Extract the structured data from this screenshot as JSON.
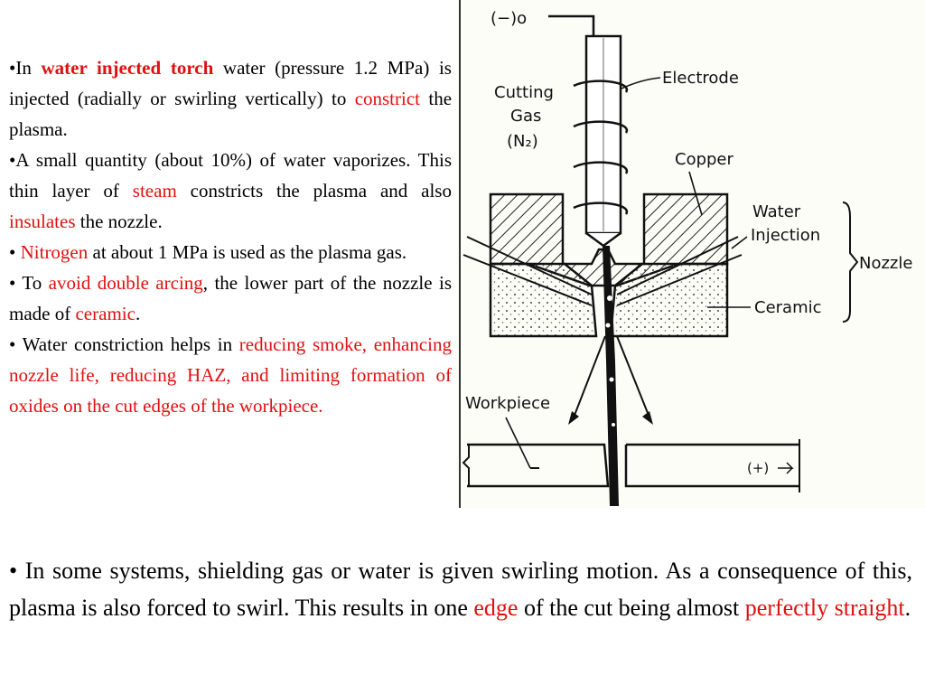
{
  "left_text": {
    "b1_prefix": "•In ",
    "b1_highlight": "water injected torch",
    "b1_mid": " water (pressure 1.2 MPa) is injected (radially or swirling vertically) to ",
    "b1_red": "constrict",
    "b1_end": " the plasma.",
    "b2_prefix": "•A small quantity (about 10%) of water vaporizes. This thin layer of ",
    "b2_red1": "steam",
    "b2_mid": " constricts the plasma and also ",
    "b2_red2": "insulates",
    "b2_end": " the nozzle.",
    "b3_prefix": "• ",
    "b3_red": "Nitrogen",
    "b3_end": " at about 1 MPa is used as the plasma gas.",
    "b4_prefix": "• To ",
    "b4_red1": "avoid double arcing",
    "b4_mid": ", the lower part of the nozzle is made of ",
    "b4_red2": "ceramic",
    "b4_end": ".",
    "b5_prefix": "• Water constriction helps in ",
    "b5_red": "reducing smoke, enhancing nozzle life, reducing HAZ, and limiting formation of oxides on the cut edges of the workpiece."
  },
  "bottom_text": {
    "prefix": "• In some systems, shielding gas or water is given swirling motion. As a consequence of this, plasma is also forced to swirl. This results in one ",
    "red1": "edge",
    "mid": " of the cut being almost ",
    "red2": "perfectly straight",
    "end": "."
  },
  "diagram": {
    "terminal_neg": "(−)o",
    "cutting_gas_line1": "Cutting",
    "cutting_gas_line2": "Gas",
    "cutting_gas_line3": "(N₂)",
    "electrode": "Electrode",
    "copper": "Copper",
    "water_line1": "Water",
    "water_line2": "Injection",
    "nozzle": "Nozzle",
    "ceramic": "Ceramic",
    "workpiece": "Workpiece",
    "terminal_pos": "(+)"
  },
  "colors": {
    "accent_red": "#e01010",
    "text": "#000000",
    "diagram_bg": "#fdfdf8"
  }
}
